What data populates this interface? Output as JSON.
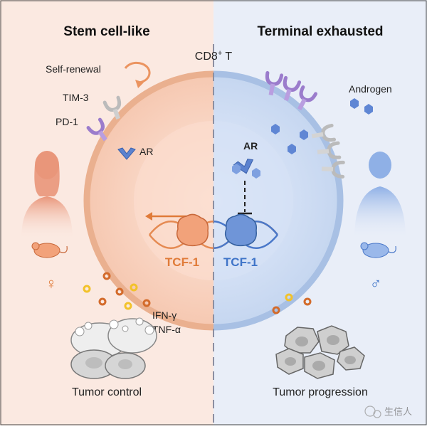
{
  "panels": {
    "left_title": "Stem cell-like",
    "right_title": "Terminal exhausted"
  },
  "cell_label_main": "CD8",
  "cell_label_sup": "+",
  "cell_label_suffix": " T",
  "labels": {
    "self_renewal": "Self-renewal",
    "tim3": "TIM-3",
    "pd1": "PD-1",
    "ar_left": "AR",
    "ar_right": "AR",
    "androgen": "Androgen",
    "tcf_left": "TCF-1",
    "tcf_right": "TCF-1",
    "ifn": "IFN-γ",
    "tnf": "TNF-α",
    "tumor_control": "Tumor control",
    "tumor_progression": "Tumor progression",
    "female_symbol": "♀",
    "male_symbol": "♂",
    "watermark": "生信人"
  },
  "colors": {
    "left_bg": "#fbe9e1",
    "right_bg": "#e9eef8",
    "left_accent": "#e07b39",
    "right_accent": "#3f74c8",
    "receptor_purple": "#a889d6",
    "receptor_grey": "#c9c9c9",
    "dot_orange": "#d36b2b",
    "dot_yellow": "#f2c22a"
  },
  "icons": {
    "female": "female-silhouette-icon",
    "male": "male-silhouette-icon",
    "mouse": "mouse-icon",
    "receptor": "receptor-icon",
    "tumor": "tumor-cell-icon"
  }
}
